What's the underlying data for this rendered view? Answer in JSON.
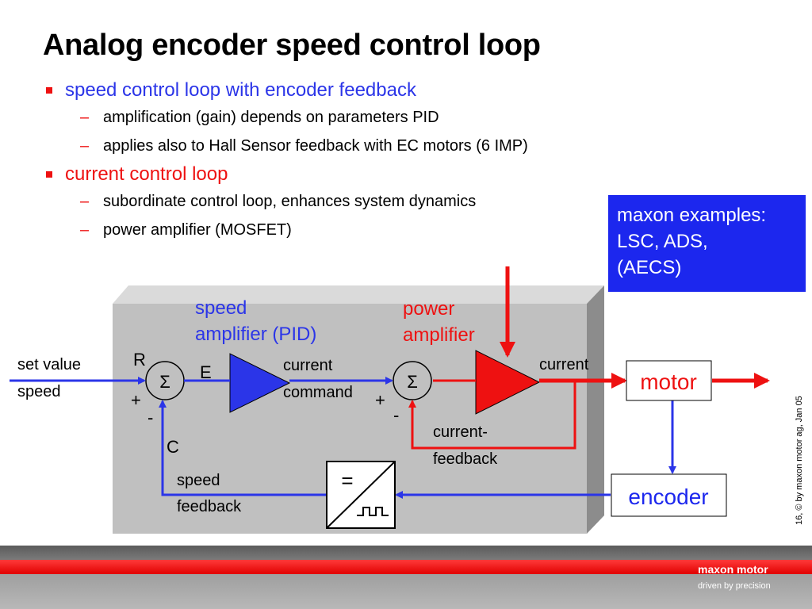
{
  "slide": {
    "title": "Analog encoder speed control loop",
    "bullets": [
      {
        "text": "speed control loop with encoder feedback",
        "subs": [
          "amplification (gain) depends on parameters PID",
          "applies also to Hall Sensor feedback with EC motors (6 IMP)"
        ]
      },
      {
        "text": "current control loop",
        "subs": [
          "subordinate control loop, enhances system dynamics",
          "power amplifier (MOSFET)"
        ]
      }
    ],
    "dash": "–"
  },
  "callout": {
    "lines": [
      "maxon examples:",
      "LSC, ADS,",
      "(AECS)"
    ]
  },
  "diagram": {
    "speed_amp_label": [
      "speed",
      "amplifier (PID)"
    ],
    "power_amp_label": [
      "power",
      "amplifier"
    ],
    "set_value_label": [
      "set value",
      "speed"
    ],
    "current_command_label": [
      "current",
      "command"
    ],
    "current_label": "current",
    "current_feedback_label": [
      "current-",
      "feedback"
    ],
    "speed_feedback_label": [
      "speed",
      "feedback"
    ],
    "motor_label": "motor",
    "encoder_label": "encoder",
    "sum_symbol": "Σ",
    "R": "R",
    "E": "E",
    "C": "C",
    "plus": "+",
    "minus": "-",
    "converter_symbol": "="
  },
  "copyright": "16,  © by maxon motor ag, Jan 05",
  "footer": {
    "brand": "maxon motor",
    "slogan": "driven by precision"
  },
  "colors": {
    "blue": "#2b35e8",
    "red": "#ee1111",
    "box_gray": "#c0c0c0",
    "callout": "#1c27ee"
  }
}
